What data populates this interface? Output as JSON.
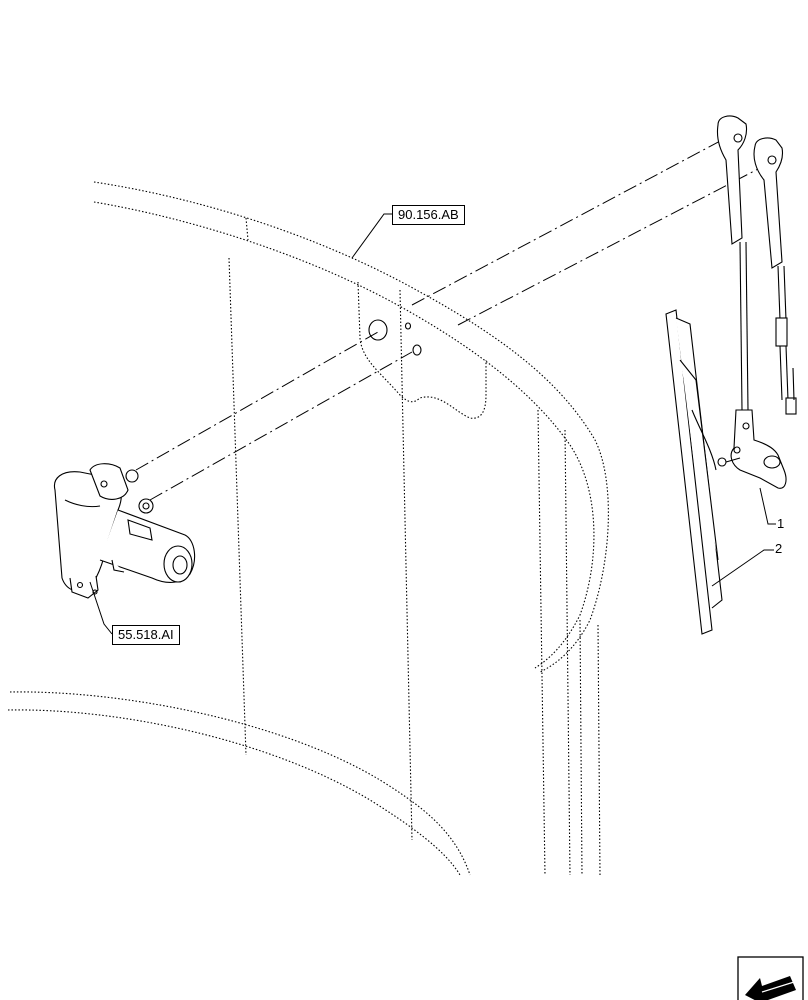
{
  "labels": {
    "ref_window": "90.156.AB",
    "ref_motor": "55.518.AI",
    "item_1": "1",
    "item_2": "2"
  },
  "icons": {
    "nav": "next-page-arrow-icon"
  },
  "colors": {
    "line": "#000000",
    "background": "#ffffff"
  }
}
